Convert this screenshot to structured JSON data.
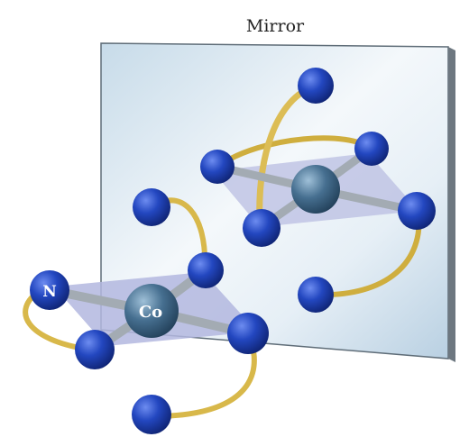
{
  "figure": {
    "mirror_label": "Mirror",
    "metal_label": "Co",
    "ligand_label": "N"
  },
  "colors": {
    "mirror_fill": "#dce9f2",
    "mirror_frame": "#6b7a86",
    "nitrogen_atom": "#1d3fae",
    "cobalt_atom": "#3f6a8a",
    "bond_rod": "#9aa3ab",
    "chelate_ribbon": "#d8b84a",
    "square_plane": "#b8bce0"
  }
}
